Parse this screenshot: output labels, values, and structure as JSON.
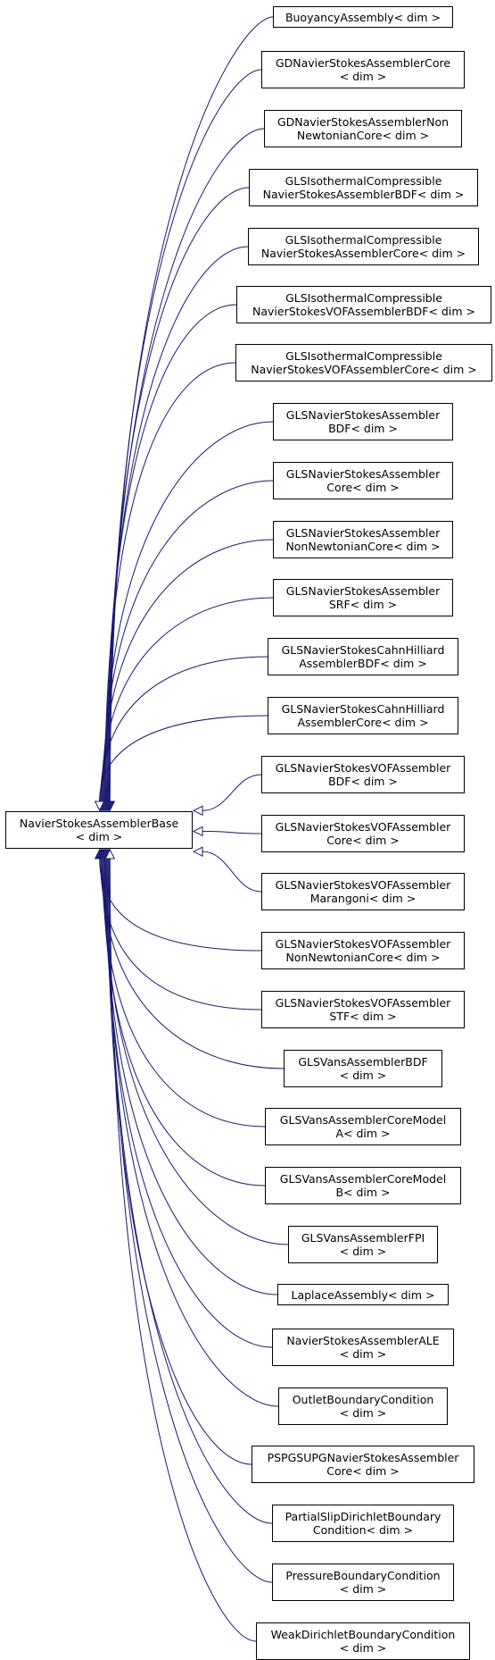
{
  "diagram": {
    "base": {
      "id": "base",
      "lines": [
        "NavierStokesAssemblerBase",
        "< dim >"
      ]
    },
    "derived": [
      {
        "id": "buoyancy",
        "lines": [
          "BuoyancyAssembly< dim >"
        ]
      },
      {
        "id": "gd-core",
        "lines": [
          "GDNavierStokesAssemblerCore",
          "< dim >"
        ]
      },
      {
        "id": "gd-non-newtonian",
        "lines": [
          "GDNavierStokesAssemblerNon",
          "NewtonianCore< dim >"
        ]
      },
      {
        "id": "gls-iso-bdf",
        "lines": [
          "GLSIsothermalCompressible",
          "NavierStokesAssemblerBDF< dim >"
        ]
      },
      {
        "id": "gls-iso-core",
        "lines": [
          "GLSIsothermalCompressible",
          "NavierStokesAssemblerCore< dim >"
        ]
      },
      {
        "id": "gls-iso-vof-bdf",
        "lines": [
          "GLSIsothermalCompressible",
          "NavierStokesVOFAssemblerBDF< dim >"
        ]
      },
      {
        "id": "gls-iso-vof-core",
        "lines": [
          "GLSIsothermalCompressible",
          "NavierStokesVOFAssemblerCore< dim >"
        ]
      },
      {
        "id": "gls-bdf",
        "lines": [
          "GLSNavierStokesAssembler",
          "BDF< dim >"
        ]
      },
      {
        "id": "gls-core",
        "lines": [
          "GLSNavierStokesAssembler",
          "Core< dim >"
        ]
      },
      {
        "id": "gls-non-newtonian",
        "lines": [
          "GLSNavierStokesAssembler",
          "NonNewtonianCore< dim >"
        ]
      },
      {
        "id": "gls-srf",
        "lines": [
          "GLSNavierStokesAssembler",
          "SRF< dim >"
        ]
      },
      {
        "id": "gls-ch-bdf",
        "lines": [
          "GLSNavierStokesCahnHilliard",
          "AssemblerBDF< dim >"
        ]
      },
      {
        "id": "gls-ch-core",
        "lines": [
          "GLSNavierStokesCahnHilliard",
          "AssemblerCore< dim >"
        ]
      },
      {
        "id": "gls-vof-bdf",
        "lines": [
          "GLSNavierStokesVOFAssembler",
          "BDF< dim >"
        ]
      },
      {
        "id": "gls-vof-core",
        "lines": [
          "GLSNavierStokesVOFAssembler",
          "Core< dim >"
        ]
      },
      {
        "id": "gls-vof-marangoni",
        "lines": [
          "GLSNavierStokesVOFAssembler",
          "Marangoni< dim >"
        ]
      },
      {
        "id": "gls-vof-non-newtonian",
        "lines": [
          "GLSNavierStokesVOFAssembler",
          "NonNewtonianCore< dim >"
        ]
      },
      {
        "id": "gls-vof-stf",
        "lines": [
          "GLSNavierStokesVOFAssembler",
          "STF< dim >"
        ]
      },
      {
        "id": "vans-bdf",
        "lines": [
          "GLSVansAssemblerBDF",
          "< dim >"
        ]
      },
      {
        "id": "vans-model-a",
        "lines": [
          "GLSVansAssemblerCoreModel",
          "A< dim >"
        ]
      },
      {
        "id": "vans-model-b",
        "lines": [
          "GLSVansAssemblerCoreModel",
          "B< dim >"
        ]
      },
      {
        "id": "vans-fpi",
        "lines": [
          "GLSVansAssemblerFPI",
          "< dim >"
        ]
      },
      {
        "id": "laplace",
        "lines": [
          "LaplaceAssembly< dim >"
        ]
      },
      {
        "id": "ale",
        "lines": [
          "NavierStokesAssemblerALE",
          "< dim >"
        ]
      },
      {
        "id": "outlet",
        "lines": [
          "OutletBoundaryCondition",
          "< dim >"
        ]
      },
      {
        "id": "pspg-supg",
        "lines": [
          "PSPGSUPGNavierStokesAssembler",
          "Core< dim >"
        ]
      },
      {
        "id": "partial-slip",
        "lines": [
          "PartialSlipDirichletBoundary",
          "Condition< dim >"
        ]
      },
      {
        "id": "pressure-bc",
        "lines": [
          "PressureBoundaryCondition",
          "< dim >"
        ]
      },
      {
        "id": "weak-dirichlet",
        "lines": [
          "WeakDirichletBoundaryCondition",
          "< dim >"
        ]
      }
    ],
    "colors": {
      "edge": "#191970",
      "border": "#000000",
      "text": "#000000"
    }
  }
}
